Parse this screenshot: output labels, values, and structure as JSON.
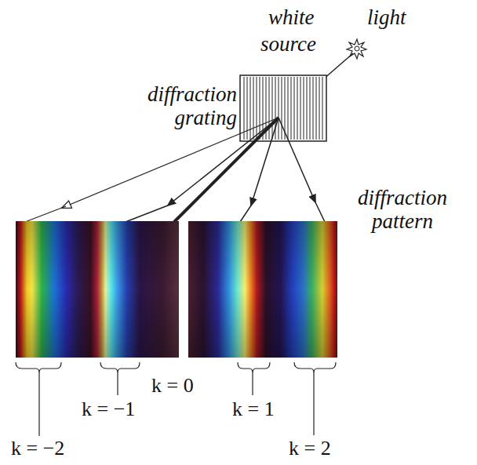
{
  "diagram": {
    "labels": [
      "white",
      "light",
      "source",
      "diffraction grating",
      "diffraction pattern",
      "k = −2",
      "k = −1",
      "k = 0",
      "k = 1",
      "k = 2"
    ]
  }
}
